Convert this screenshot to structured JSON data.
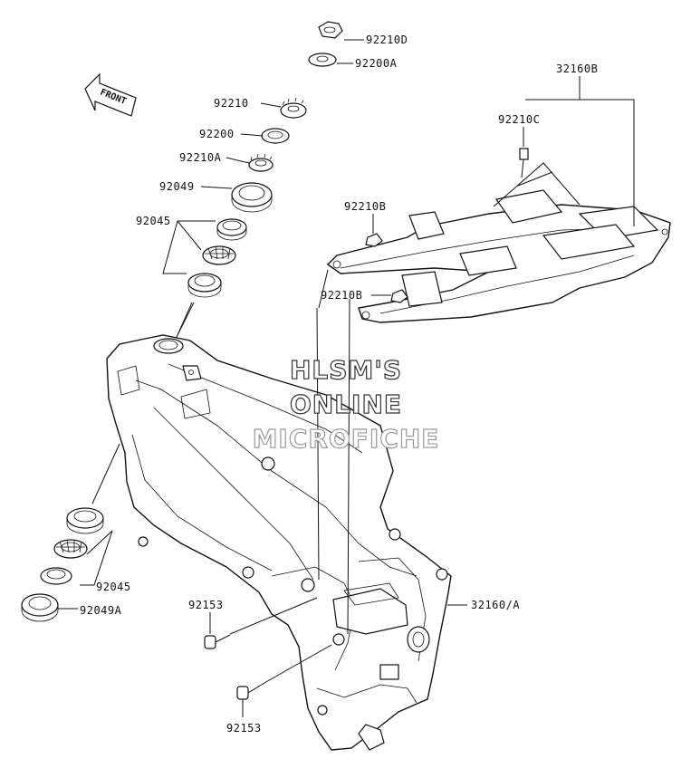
{
  "watermark": {
    "line1": "HLSM'S",
    "line2": "ONLINE",
    "line3": "MICROFICHE"
  },
  "front_arrow": {
    "label": "FRONT",
    "icon": "front-arrow-icon"
  },
  "labels": {
    "p92210D": "92210D",
    "p92200A": "92200A",
    "p92210": "92210",
    "p92200": "92200",
    "p92210A": "92210A",
    "p92049": "92049",
    "p92045_top": "92045",
    "p32160B": "32160B",
    "p92210C": "92210C",
    "p92210B_1": "92210B",
    "p92210B_2": "92210B",
    "p92045_bottom": "92045",
    "p92049A": "92049A",
    "p92153_1": "92153",
    "p92153_2": "92153",
    "p32160A": "32160/A"
  }
}
